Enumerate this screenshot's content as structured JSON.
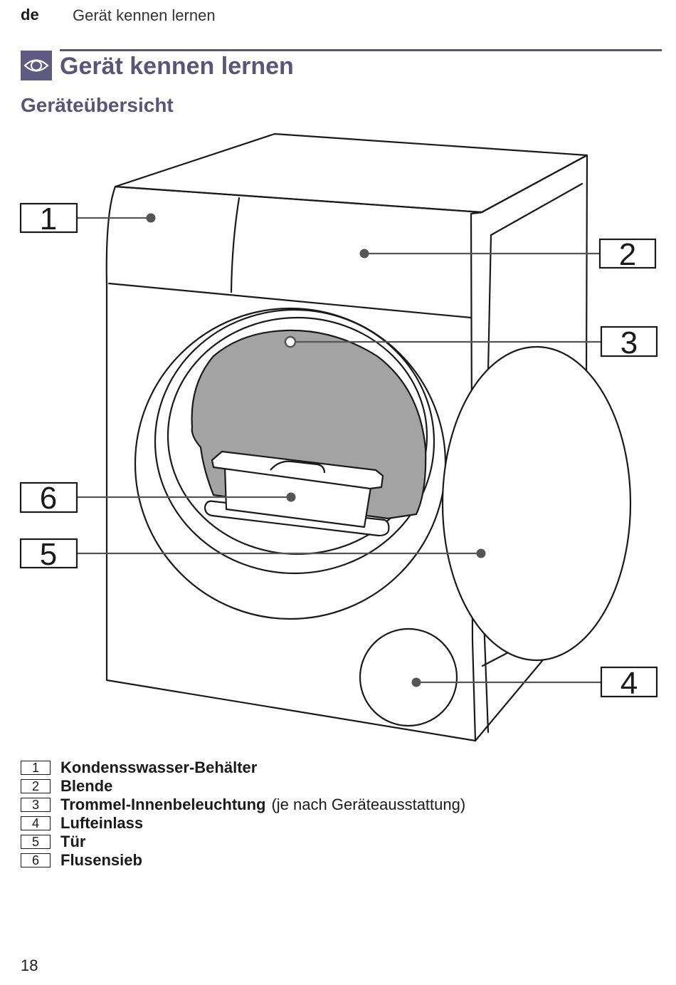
{
  "header": {
    "lang": "de",
    "title": "Gerät kennen lernen"
  },
  "page_title": "Gerät kennen lernen",
  "title_icon": "eye-icon",
  "section_title": "Geräteübersicht",
  "callouts": [
    "1",
    "2",
    "3",
    "4",
    "5",
    "6"
  ],
  "legend": [
    {
      "num": "1",
      "label": "Kondensswasser-Behälter"
    },
    {
      "num": "2",
      "label": "Blende"
    },
    {
      "num": "3",
      "label": "Trommel-Innenbeleuchtung",
      "note": "(je nach Geräteausstattung)"
    },
    {
      "num": "4",
      "label": "Lufteinlass"
    },
    {
      "num": "5",
      "label": "Tür"
    },
    {
      "num": "6",
      "label": "Flusensieb"
    }
  ],
  "page_number": "18",
  "colors": {
    "accent": "#5a5478",
    "icon_bg": "#5f5a82",
    "drum": "#a3a3a3"
  }
}
